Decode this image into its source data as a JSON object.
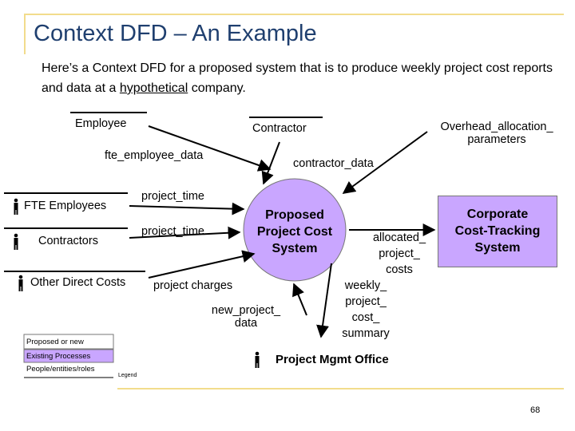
{
  "slide": {
    "title": "Context DFD – An Example",
    "intro": {
      "before": "Here’s a Context DFD for a proposed system that is to produce weekly project cost reports and data at a ",
      "underlined": "hypothetical",
      "after": " company."
    },
    "page_number": "68"
  },
  "diagram": {
    "process": {
      "line1": "Proposed",
      "line2": "Project Cost",
      "line3": "System"
    },
    "corporate_system": {
      "line1": "Corporate",
      "line2": "Cost-Tracking",
      "line3": "System"
    },
    "entities": {
      "employee": "Employee",
      "contractor": "Contractor",
      "overhead_line1": "Overhead_allocation_",
      "overhead_line2": "parameters",
      "fte_employees": "FTE  Employees",
      "contractors": "Contractors",
      "other_direct_costs": "Other Direct Costs",
      "project_mgmt_office": "Project Mgmt Office"
    },
    "flows": {
      "fte_employee_data": "fte_employee_data",
      "contractor_data": "contractor_data",
      "project_time_1": "project_time",
      "project_time_2": "project_time",
      "project_charges": "project charges",
      "new_project_data_line1": "new_project_",
      "new_project_data_line2": "data",
      "allocated_line1": "allocated_",
      "allocated_line2": "project_",
      "allocated_line3": "costs",
      "weekly_line1": "weekly_",
      "weekly_line2": "project_",
      "weekly_line3": "cost_",
      "weekly_line4": "summary"
    },
    "legend": {
      "proposed": "Proposed or new",
      "existing": "Existing Processes",
      "people": "People/entities/roles",
      "title": "Legend"
    }
  },
  "colors": {
    "title": "#1f3f6f",
    "process_fill": "#c9a6ff",
    "existing_fill": "#c9a6ff",
    "divider_gold": "#f2dc8c"
  }
}
